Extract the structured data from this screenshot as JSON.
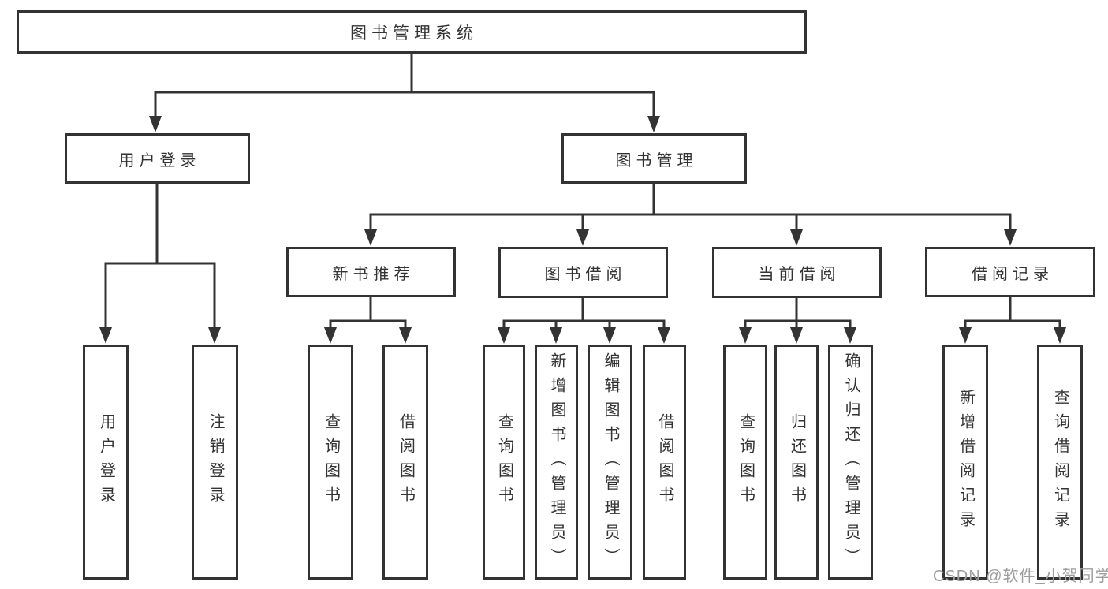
{
  "tree": {
    "label": "图书管理系统",
    "children": [
      {
        "label": "用户登录",
        "children": [
          {
            "label": "用户登录"
          },
          {
            "label": "注销登录"
          }
        ]
      },
      {
        "label": "图书管理",
        "children": [
          {
            "label": "新书推荐",
            "children": [
              {
                "label": "查询图书"
              },
              {
                "label": "借阅图书"
              }
            ]
          },
          {
            "label": "图书借阅",
            "children": [
              {
                "label": "查询图书"
              },
              {
                "label": "新增图书（管理员）"
              },
              {
                "label": "编辑图书（管理员）"
              },
              {
                "label": "借阅图书"
              }
            ]
          },
          {
            "label": "当前借阅",
            "children": [
              {
                "label": "查询图书"
              },
              {
                "label": "归还图书"
              },
              {
                "label": "确认归还（管理员）"
              }
            ]
          },
          {
            "label": "借阅记录",
            "children": [
              {
                "label": "新增借阅记录"
              },
              {
                "label": "查询借阅记录"
              }
            ]
          }
        ]
      }
    ]
  },
  "watermark": "CSDN @软件_小贺同学",
  "colors": {
    "line": "#333333",
    "box_border": "#333333",
    "text": "#333333",
    "watermark": "#9e9e9e",
    "background": "#ffffff"
  }
}
